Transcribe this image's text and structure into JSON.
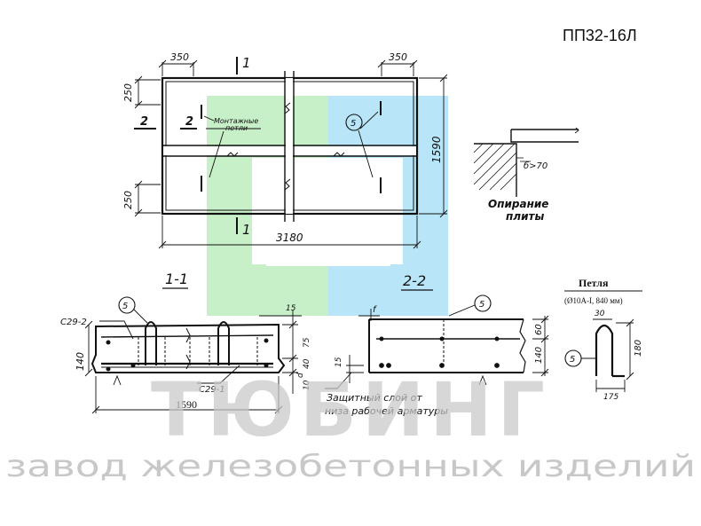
{
  "header": {
    "code": "ПП32-16Л"
  },
  "plan": {
    "dims": {
      "loop_offset_left": "350",
      "loop_offset_right": "350",
      "edge_top": "250",
      "edge_bottom": "250",
      "length": "3180",
      "width": "1590"
    },
    "section_mark_top": "1",
    "section_mark_bottom": "1",
    "section_mark_left": "2",
    "section_mark_left_inner": "2",
    "callout_loops_line1": "Монтажные",
    "callout_loops_line2": "петли",
    "callout_5": "5"
  },
  "support": {
    "min_depth": "б>70",
    "caption_line1": "Опирание",
    "caption_line2": "плиты"
  },
  "section_1_1": {
    "title": "1-1",
    "callout_5": "5",
    "mesh_top": "С29-2",
    "mesh_bottom": "С29-1",
    "dim_height": "140",
    "dim_length": "1590",
    "dim_15": "15",
    "dim_75": "75",
    "dim_40": "40",
    "dim_10": "10",
    "dim_d": "d"
  },
  "section_2_2": {
    "title": "2-2",
    "callout_5": "5",
    "dim_height": "140",
    "dim_60": "60",
    "dim_15": "15",
    "dim_f": "f",
    "note_line1": "Защитный слой от",
    "note_line2": "низа рабочей арматуры"
  },
  "loop_detail": {
    "title": "Петля",
    "spec": "(Ø10А-I, 840 мм)",
    "callout_5": "5",
    "dim_30": "30",
    "dim_180": "180",
    "dim_175": "175"
  },
  "watermark": {
    "brand": "ТЮБИНГ",
    "subtitle": "завод железобетонных изделий"
  },
  "colors": {
    "wm_green": "#c8f0c8",
    "wm_blue": "#b8e6f8",
    "wm_text": "#c8c8c8",
    "ink": "#111111"
  }
}
